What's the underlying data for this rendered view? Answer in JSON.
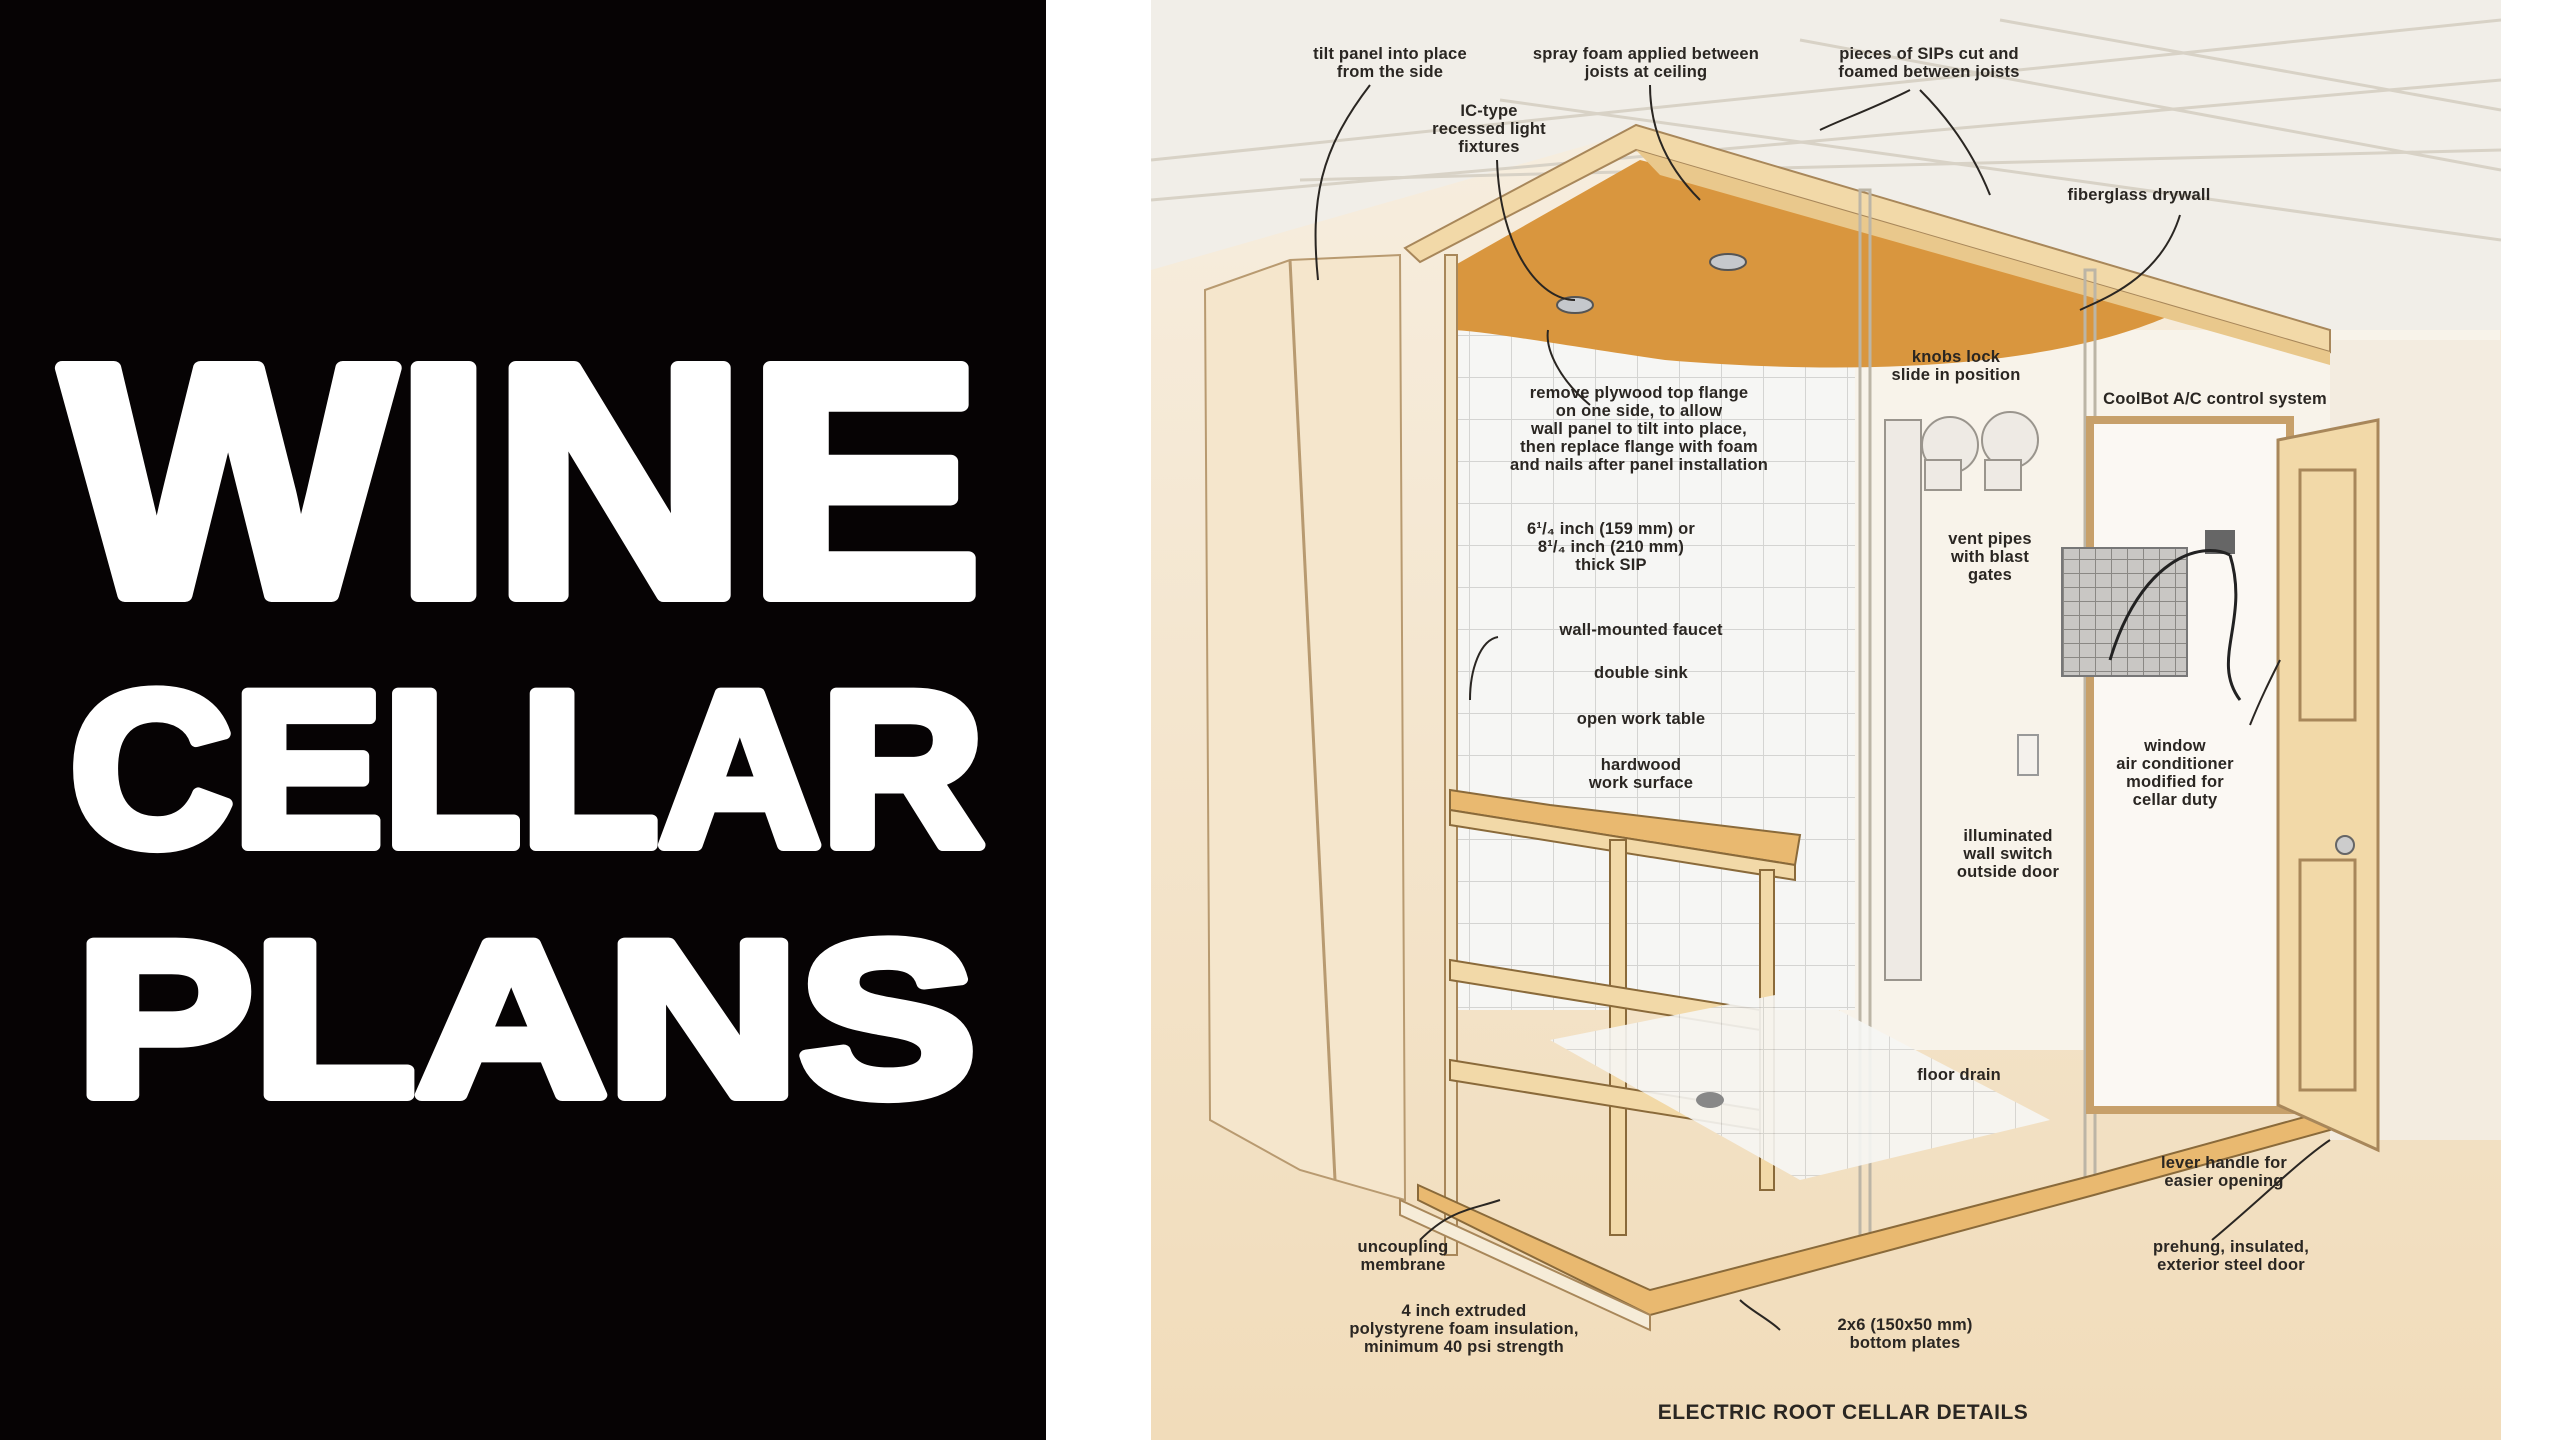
{
  "title": {
    "lines": [
      "WINE",
      "CELLAR",
      "PLANS"
    ],
    "text_color": "#ffffff",
    "background_color": "#060304"
  },
  "illustration": {
    "caption": "ELECTRIC ROOT CELLAR DETAILS",
    "labels": {
      "tilt_panel": "tilt panel into place\nfrom the side",
      "spray_foam": "spray foam applied between\njoists at ceiling",
      "sips_pieces": "pieces of SIPs cut and\nfoamed between joists",
      "ic_lights": "IC-type\nrecessed light\nfixtures",
      "fiberglass_drywall": "fiberglass drywall",
      "knobs_lock": "knobs lock\nslide in position",
      "coolbot": "CoolBot A/C control system",
      "remove_plywood": "remove plywood top flange\non one side, to allow\nwall panel to tilt into place,\nthen replace flange with foam\nand nails after panel installation",
      "sip_thickness": "6¹/₄ inch (159 mm) or\n8¹/₄ inch (210 mm)\nthick SIP",
      "vent_pipes": "vent pipes\nwith blast\ngates",
      "faucet": "wall-mounted faucet",
      "double_sink": "double sink",
      "work_table": "open work table",
      "work_surface": "hardwood\nwork surface",
      "window_ac": "window\nair conditioner\nmodified for\ncellar duty",
      "wall_switch": "illuminated\nwall switch\noutside door",
      "floor_drain": "floor drain",
      "lever_handle": "lever handle for\neasier opening",
      "uncoupling": "uncoupling\nmembrane",
      "steel_door": "prehung, insulated,\nexterior steel door",
      "foam_insulation": "4 inch extruded\npolystyrene foam insulation,\nminimum 40 psi strength",
      "bottom_plates": "2x6 (150x50 mm)\nbottom plates"
    },
    "colors": {
      "wood": "#f2d9a8",
      "plywood": "#d9963e",
      "wall": "#f7f2ea",
      "floor": "#f0dcb8",
      "ink": "#2a2622"
    }
  }
}
